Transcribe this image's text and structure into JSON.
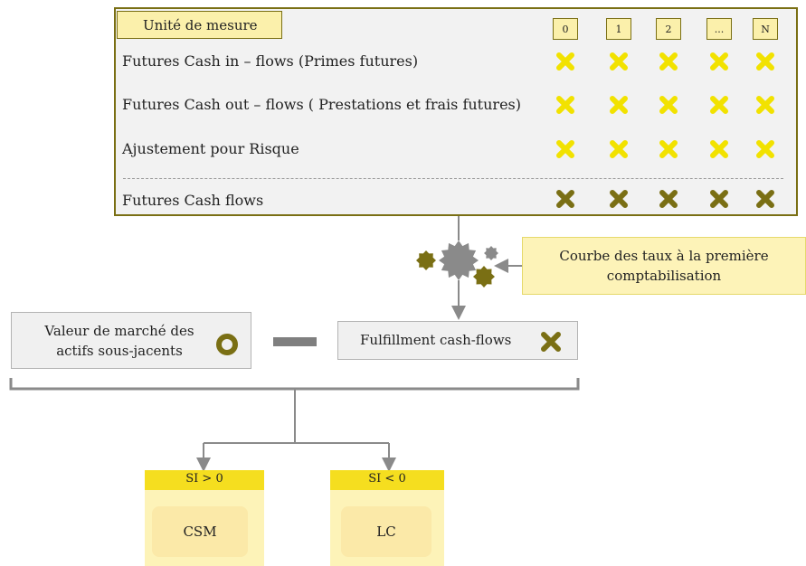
{
  "table": {
    "unit_label": "Unité de mesure",
    "columns": [
      "0",
      "1",
      "2",
      "...",
      "N"
    ],
    "rows": [
      {
        "label": "Futures Cash in – flows (Primes futures)",
        "mark_color": "#f2e200"
      },
      {
        "label": "Futures Cash out – flows ( Prestations et frais futures)",
        "mark_color": "#f2e200"
      },
      {
        "label": "Ajustement pour Risque",
        "mark_color": "#f2e200"
      }
    ],
    "total": {
      "label": "Futures Cash flows",
      "mark_color": "#7a6f14"
    }
  },
  "rate_curve": {
    "label_line1": "Courbe des taux à la première",
    "label_line2": "comptabilisation"
  },
  "market_value": {
    "line1": "Valeur de marché des",
    "line2": "actifs sous-jacents",
    "icon": "circle-icon"
  },
  "operator": "minus",
  "fulfillment": {
    "label": "Fulfillment cash-flows",
    "icon": "x-icon"
  },
  "branches": [
    {
      "condition": "SI > 0",
      "result": "CSM"
    },
    {
      "condition": "SI < 0",
      "result": "LC"
    }
  ],
  "colors": {
    "yellow": "#f2e200",
    "olive": "#7a6f14",
    "light_yellow": "#fdf3b8",
    "header_yellow": "#f5de1f",
    "gray": "#808080"
  }
}
